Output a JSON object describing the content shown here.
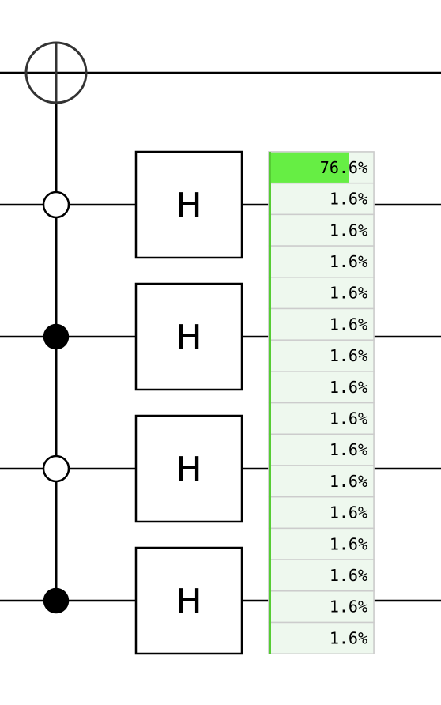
{
  "circuit": {
    "wire_count": 5,
    "controlled_not": {
      "target_wire": 0,
      "controls": [
        {
          "wire": 1,
          "type": "anti-control"
        },
        {
          "wire": 2,
          "type": "control"
        },
        {
          "wire": 3,
          "type": "anti-control"
        },
        {
          "wire": 4,
          "type": "control"
        }
      ]
    },
    "hadamard_gates": [
      {
        "wire": 1,
        "label": "H"
      },
      {
        "wire": 2,
        "label": "H"
      },
      {
        "wire": 3,
        "label": "H"
      },
      {
        "wire": 4,
        "label": "H"
      }
    ]
  },
  "probability_display": {
    "colors": {
      "bar_fill": "#66ee44",
      "cell_background": "#eef8ee",
      "cell_border": "#cccccc",
      "left_border": "#55cc33"
    },
    "rows": [
      {
        "value": 0.766,
        "text": "76.6%"
      },
      {
        "value": 0.016,
        "text": "1.6%"
      },
      {
        "value": 0.016,
        "text": "1.6%"
      },
      {
        "value": 0.016,
        "text": "1.6%"
      },
      {
        "value": 0.016,
        "text": "1.6%"
      },
      {
        "value": 0.016,
        "text": "1.6%"
      },
      {
        "value": 0.016,
        "text": "1.6%"
      },
      {
        "value": 0.016,
        "text": "1.6%"
      },
      {
        "value": 0.016,
        "text": "1.6%"
      },
      {
        "value": 0.016,
        "text": "1.6%"
      },
      {
        "value": 0.016,
        "text": "1.6%"
      },
      {
        "value": 0.016,
        "text": "1.6%"
      },
      {
        "value": 0.016,
        "text": "1.6%"
      },
      {
        "value": 0.016,
        "text": "1.6%"
      },
      {
        "value": 0.016,
        "text": "1.6%"
      },
      {
        "value": 0.016,
        "text": "1.6%"
      }
    ]
  }
}
